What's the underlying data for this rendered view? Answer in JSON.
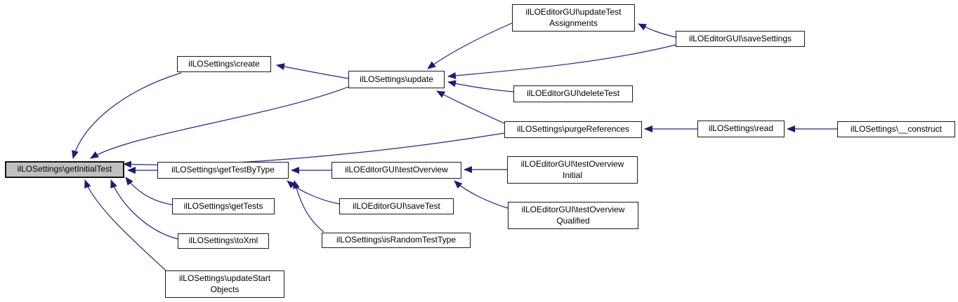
{
  "diagram": {
    "type": "call-graph",
    "edge_color": "#25258c",
    "arrow_color": "#1c1c78",
    "node_fill": "#ffffff",
    "node_border": "#1a1a1a",
    "highlight_fill": "#c0c0c0",
    "nodes": {
      "getInitialTest": {
        "label": "ilLOSettings\\getInitialTest",
        "highlighted": true
      },
      "create": {
        "label": "ilLOSettings\\create"
      },
      "update": {
        "label": "ilLOSettings\\update"
      },
      "updateTestAssignments": {
        "label": "ilLOEditorGUI\\updateTest",
        "label2": "Assignments"
      },
      "saveSettings": {
        "label": "ilLOEditorGUI\\saveSettings"
      },
      "deleteTest": {
        "label": "ilLOEditorGUI\\deleteTest"
      },
      "purgeReferences": {
        "label": "ilLOSettings\\purgeReferences"
      },
      "read": {
        "label": "ilLOSettings\\read"
      },
      "construct": {
        "label": "ilLOSettings\\__construct"
      },
      "getTestByType": {
        "label": "ilLOSettings\\getTestByType"
      },
      "testOverview": {
        "label": "ilLOEditorGUI\\testOverview"
      },
      "testOverviewInitial": {
        "label": "ilLOEditorGUI\\testOverview",
        "label2": "Initial"
      },
      "testOverviewQualified": {
        "label": "ilLOEditorGUI\\testOverview",
        "label2": "Qualified"
      },
      "saveTest": {
        "label": "ilLOEditorGUI\\saveTest"
      },
      "isRandomTestType": {
        "label": "ilLOSettings\\isRandomTestType"
      },
      "getTests": {
        "label": "ilLOSettings\\getTests"
      },
      "toXml": {
        "label": "ilLOSettings\\toXml"
      },
      "updateStartObjects": {
        "label": "ilLOSettings\\updateStart",
        "label2": "Objects"
      }
    },
    "edges": [
      {
        "from": "update",
        "to": "create"
      },
      {
        "from": "create",
        "to": "getInitialTest"
      },
      {
        "from": "update",
        "to": "getInitialTest"
      },
      {
        "from": "purgeReferences",
        "to": "getInitialTest"
      },
      {
        "from": "getTestByType",
        "to": "getInitialTest"
      },
      {
        "from": "getTests",
        "to": "getInitialTest"
      },
      {
        "from": "toXml",
        "to": "getInitialTest"
      },
      {
        "from": "updateStartObjects",
        "to": "getInitialTest"
      },
      {
        "from": "saveTest",
        "to": "getTestByType"
      },
      {
        "from": "isRandomTestType",
        "to": "getTestByType"
      },
      {
        "from": "testOverview",
        "to": "getTestByType"
      },
      {
        "from": "testOverviewInitial",
        "to": "testOverview"
      },
      {
        "from": "testOverviewQualified",
        "to": "testOverview"
      },
      {
        "from": "read",
        "to": "purgeReferences"
      },
      {
        "from": "construct",
        "to": "read"
      },
      {
        "from": "saveSettings",
        "to": "updateTestAssignments"
      },
      {
        "from": "saveSettings",
        "to": "update"
      },
      {
        "from": "updateTestAssignments",
        "to": "update"
      },
      {
        "from": "deleteTest",
        "to": "update"
      },
      {
        "from": "purgeReferences",
        "to": "update"
      }
    ]
  }
}
